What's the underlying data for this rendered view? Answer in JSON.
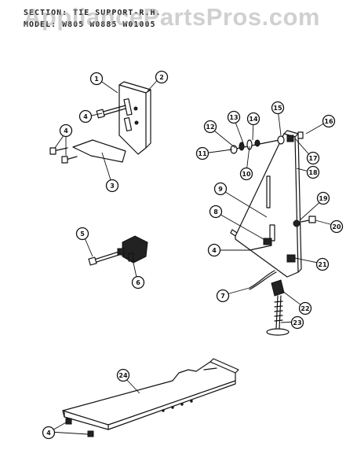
{
  "header": {
    "section_line": "SECTION: TIE SUPPORT-R.H.",
    "model_line": "MODEL: W805 W0885 W01005"
  },
  "watermark": "AppliancePartsPros.com",
  "callouts": [
    "1",
    "2",
    "4",
    "3",
    "4",
    "5",
    "6",
    "11",
    "12",
    "13",
    "14",
    "15",
    "16",
    "17",
    "18",
    "10",
    "9",
    "8",
    "4",
    "7",
    "19",
    "20",
    "21",
    "22",
    "23",
    "24",
    "4"
  ]
}
